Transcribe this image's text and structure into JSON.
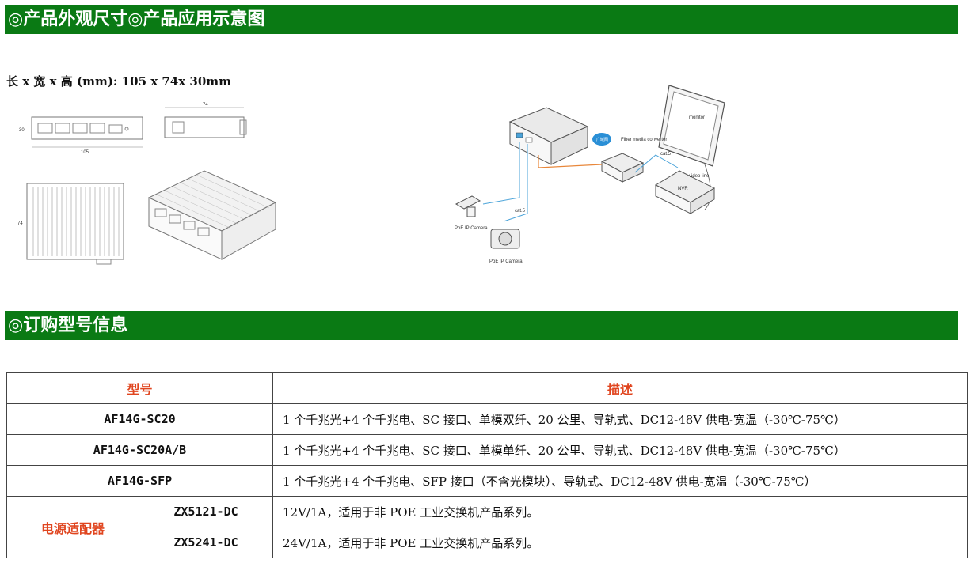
{
  "sections": {
    "appearance_title": "◎产品外观尺寸◎产品应用示意图",
    "ordering_title": "◎订购型号信息"
  },
  "dimensions": "长 x 宽 x 高 (mm): 105 x 74x 30mm",
  "drawing_labels": {
    "width_top": "74",
    "height_side": "30",
    "length": "105",
    "depth": "74"
  },
  "application_labels": {
    "monitor": "monitor",
    "cloud": "广域网",
    "fiber_converter": "Fiber media converter",
    "cat5_upper": "cat.5",
    "video_line": "video line",
    "nvr": "NVR",
    "cat5_lower": "cat.5",
    "camera1": "PoE IP Camera",
    "camera2": "PoE IP Camera"
  },
  "table": {
    "header_model": "型号",
    "header_desc": "描述",
    "rows": [
      {
        "model": "AF14G-SC20",
        "desc": "1 个千兆光+4 个千兆电、SC 接口、单模双纤、20 公里、导轨式、DC12-48V 供电-宽温（-30℃-75℃）"
      },
      {
        "model": "AF14G-SC20A/B",
        "desc": "1 个千兆光+4 个千兆电、SC 接口、单模单纤、20 公里、导轨式、DC12-48V 供电-宽温（-30℃-75℃）"
      },
      {
        "model": "AF14G-SFP",
        "desc": "1 个千兆光+4 个千兆电、SFP 接口（不含光模块）、导轨式、DC12-48V 供电-宽温（-30℃-75℃）"
      }
    ],
    "psu_label": "电源适配器",
    "psu_rows": [
      {
        "model": "ZX5121-DC",
        "desc": "12V/1A，适用于非 POE 工业交换机产品系列。"
      },
      {
        "model": "ZX5241-DC",
        "desc": "24V/1A，适用于非 POE 工业交换机产品系列。"
      }
    ]
  },
  "colors": {
    "banner": "#0a7a14",
    "accent_text": "#e0451f",
    "fiber_line": "#e8873a",
    "cat5_line": "#4aa3d9"
  }
}
